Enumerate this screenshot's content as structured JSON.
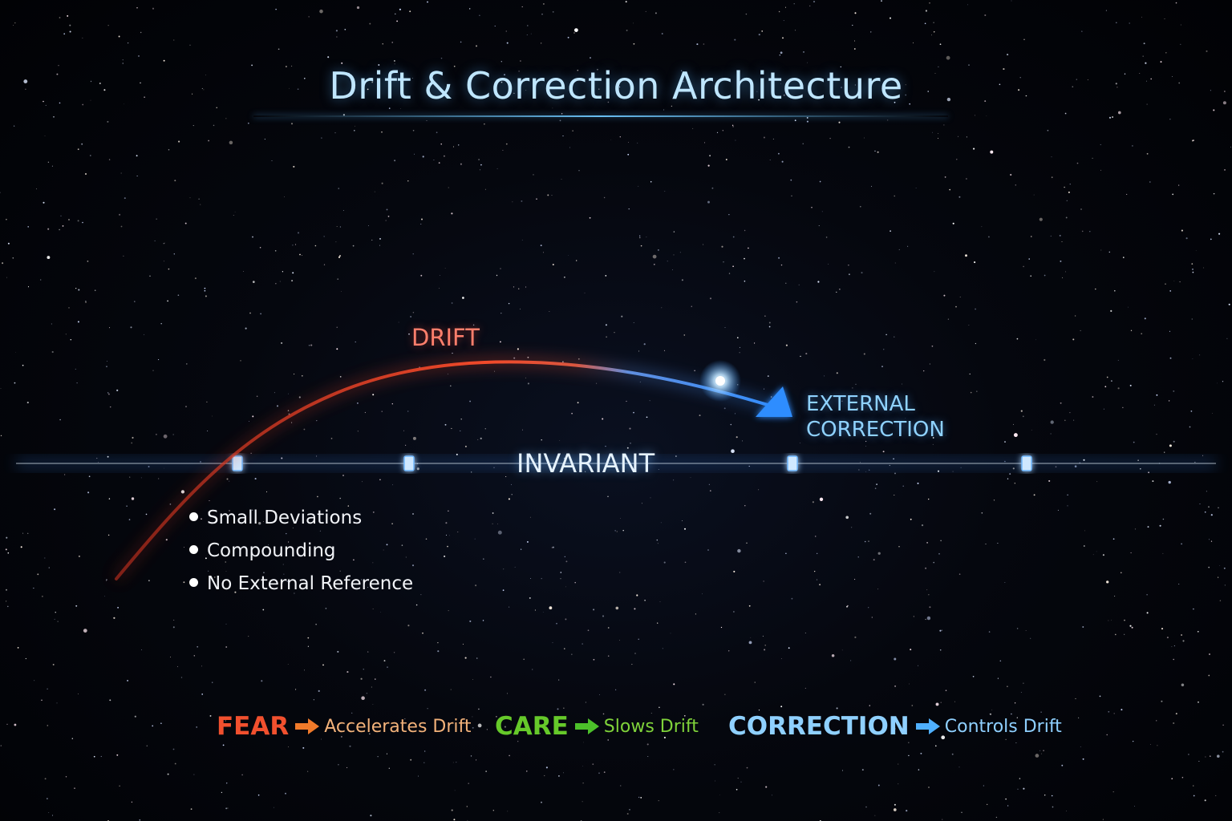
{
  "title": "Drift & Correction Architecture",
  "labels": {
    "drift": "DRIFT",
    "external_correction_line1": "EXTERNAL",
    "external_correction_line2": "CORRECTION",
    "invariant": "INVARIANT"
  },
  "bullets": [
    "Small Deviations",
    "Compounding",
    "No External Reference"
  ],
  "legend": [
    {
      "key": "FEAR",
      "desc": "Accelerates Drift",
      "arrow_color": "#f07a2a"
    },
    {
      "key": "CARE",
      "desc": "Slows Drift",
      "arrow_color": "#4cc02a"
    },
    {
      "key": "CORRECTION",
      "desc": "Controls Drift",
      "arrow_color": "#4fb0ff"
    }
  ],
  "colors": {
    "drift": "#f0442a",
    "correction": "#3f9cff",
    "invariant": "#8ccfff",
    "title": "#bfe6ff"
  },
  "icons": {
    "invariant_markers": "marker-icon",
    "legend_arrows": "arrow-right-icon",
    "correction_point": "glow-dot-icon"
  }
}
